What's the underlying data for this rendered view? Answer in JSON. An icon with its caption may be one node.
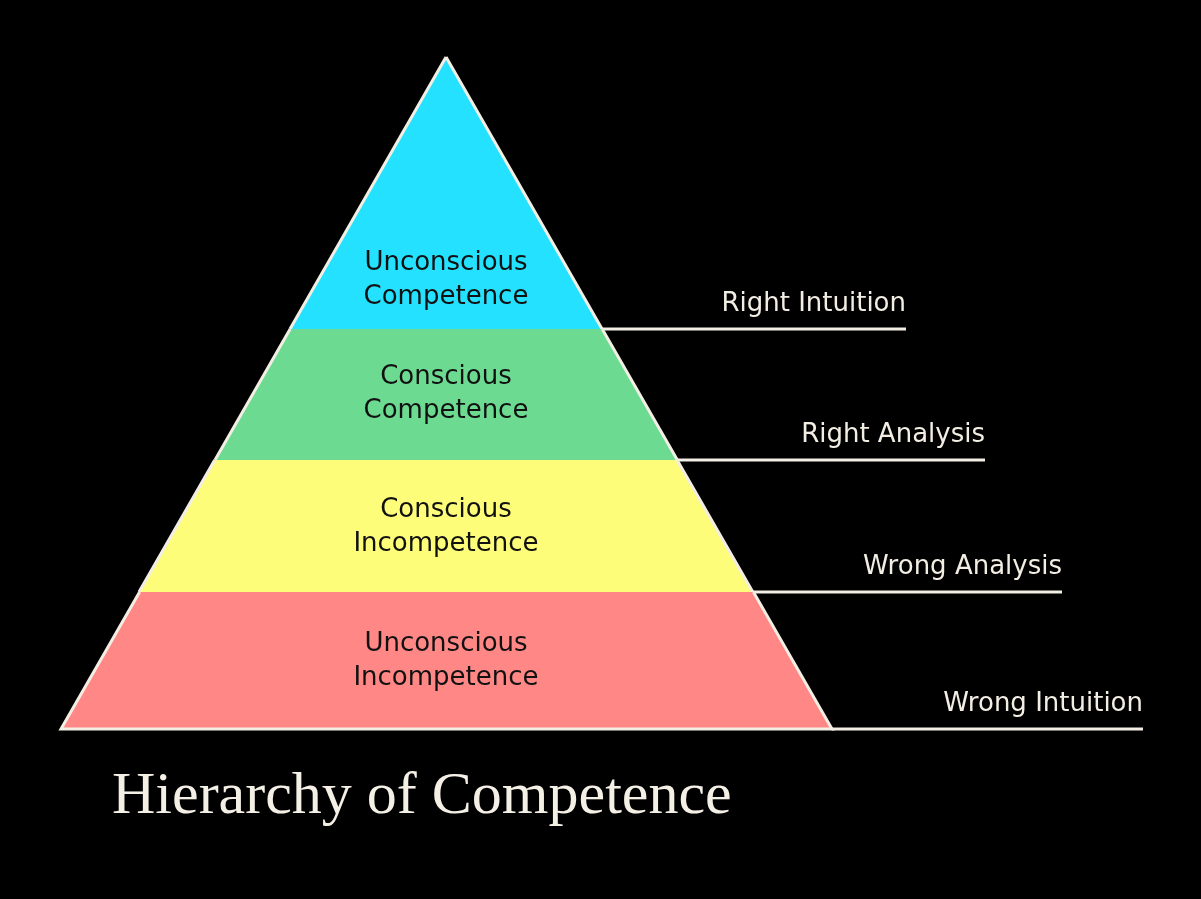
{
  "diagram": {
    "title": "Hierarchy of Competence",
    "nodes": [
      {
        "text": [
          "Unconscious Competence"
        ]
      },
      {
        "text": [
          "Conscious Competence"
        ]
      },
      {
        "text": [
          "Conscious Incompetence"
        ]
      },
      {
        "text": [
          "Unconscious Incompetence"
        ]
      },
      {
        "text": [
          "Right Intuition"
        ]
      },
      {
        "text": [
          "Right Analysis"
        ]
      },
      {
        "text": [
          "Wrong Analysis"
        ]
      },
      {
        "text": [
          "Wrong Intuition"
        ]
      }
    ],
    "edges": [
      {
        "from": 4,
        "to": 0,
        "arrow": "none"
      },
      {
        "from": 5,
        "to": 1,
        "arrow": "none"
      },
      {
        "from": 6,
        "to": 2,
        "arrow": "none"
      },
      {
        "from": 7,
        "to": 3,
        "arrow": "none"
      }
    ]
  }
}
